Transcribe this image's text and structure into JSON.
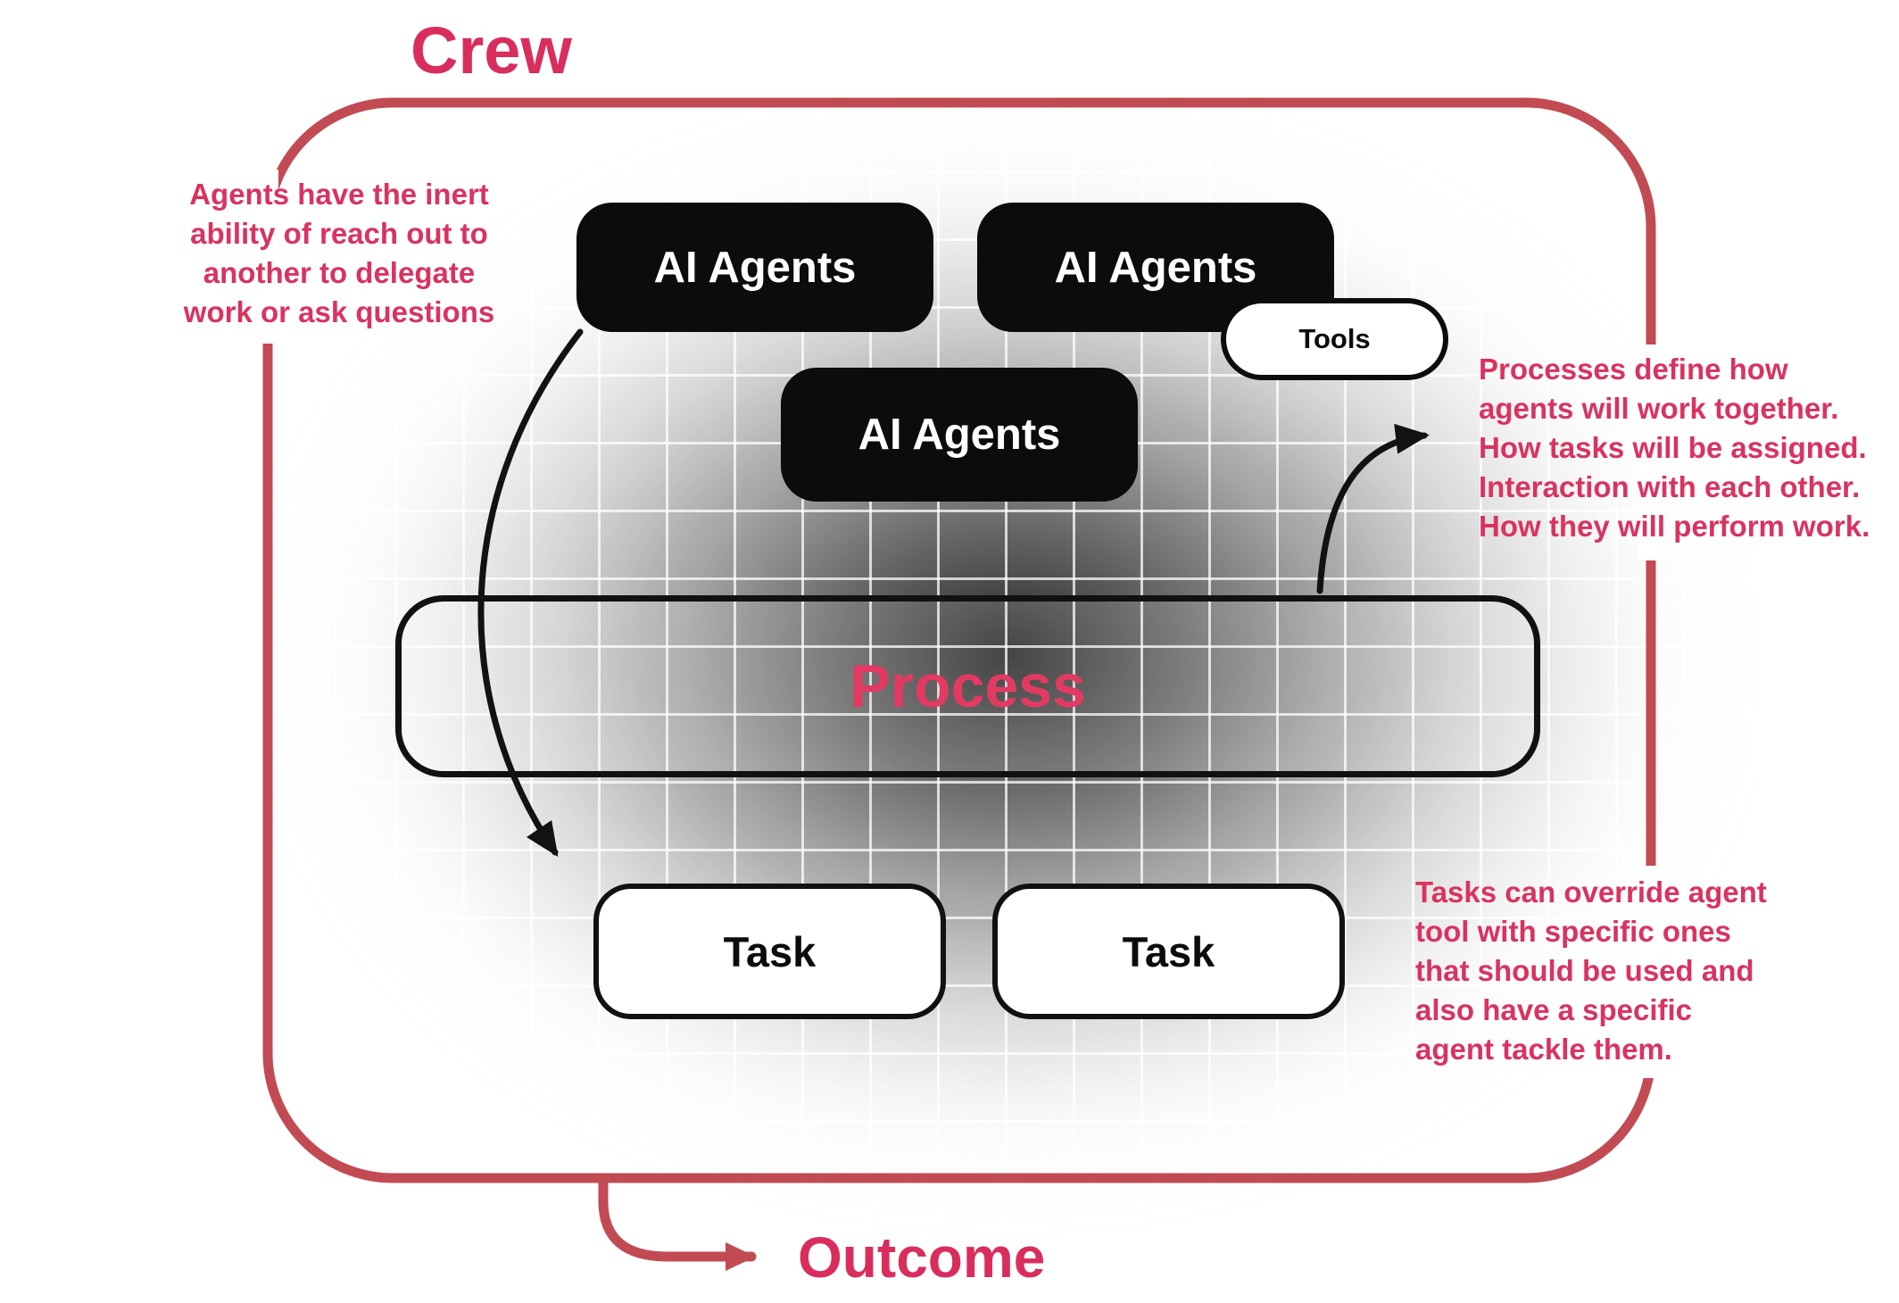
{
  "labels": {
    "crew": "Crew",
    "outcome": "Outcome"
  },
  "boxes": {
    "agent_left": "AI Agents",
    "agent_right": "AI Agents",
    "agent_center": "AI Agents",
    "tools": "Tools",
    "process": "Process",
    "task_left": "Task",
    "task_right": "Task"
  },
  "annotations": {
    "left": "Agents have the inert\nability of reach out to\nanother to delegate\nwork or ask questions",
    "right": "Processes define how\nagents will work together.\nHow tasks will be assigned.\nInteraction with each other.\nHow they will perform work.",
    "bottom_right": "Tasks can override agent\ntool with specific ones\nthat should be used and\nalso have a specific\nagent tackle them."
  },
  "colors": {
    "accent_pink": "#d93360",
    "border_red": "#c24b53",
    "box_black": "#0c0c0c",
    "process_pink": "#e23a63"
  }
}
